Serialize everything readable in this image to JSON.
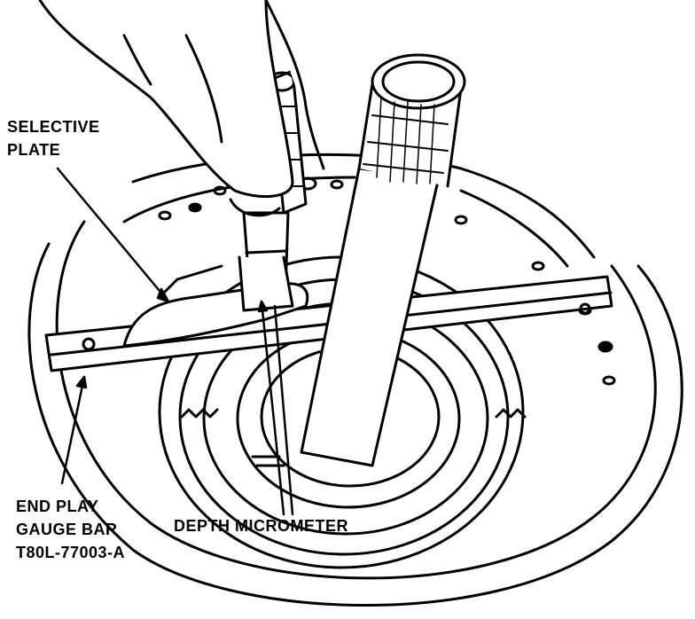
{
  "labels": {
    "selective_plate_line1": "SELECTIVE",
    "selective_plate_line2": "PLATE",
    "end_play_line1": "END PLAY",
    "end_play_line2": "GAUGE BAR",
    "end_play_line3": "T80L-77003-A",
    "depth_micrometer": "DEPTH MICROMETER"
  },
  "colors": {
    "ink": "#000000",
    "paper": "#ffffff"
  }
}
